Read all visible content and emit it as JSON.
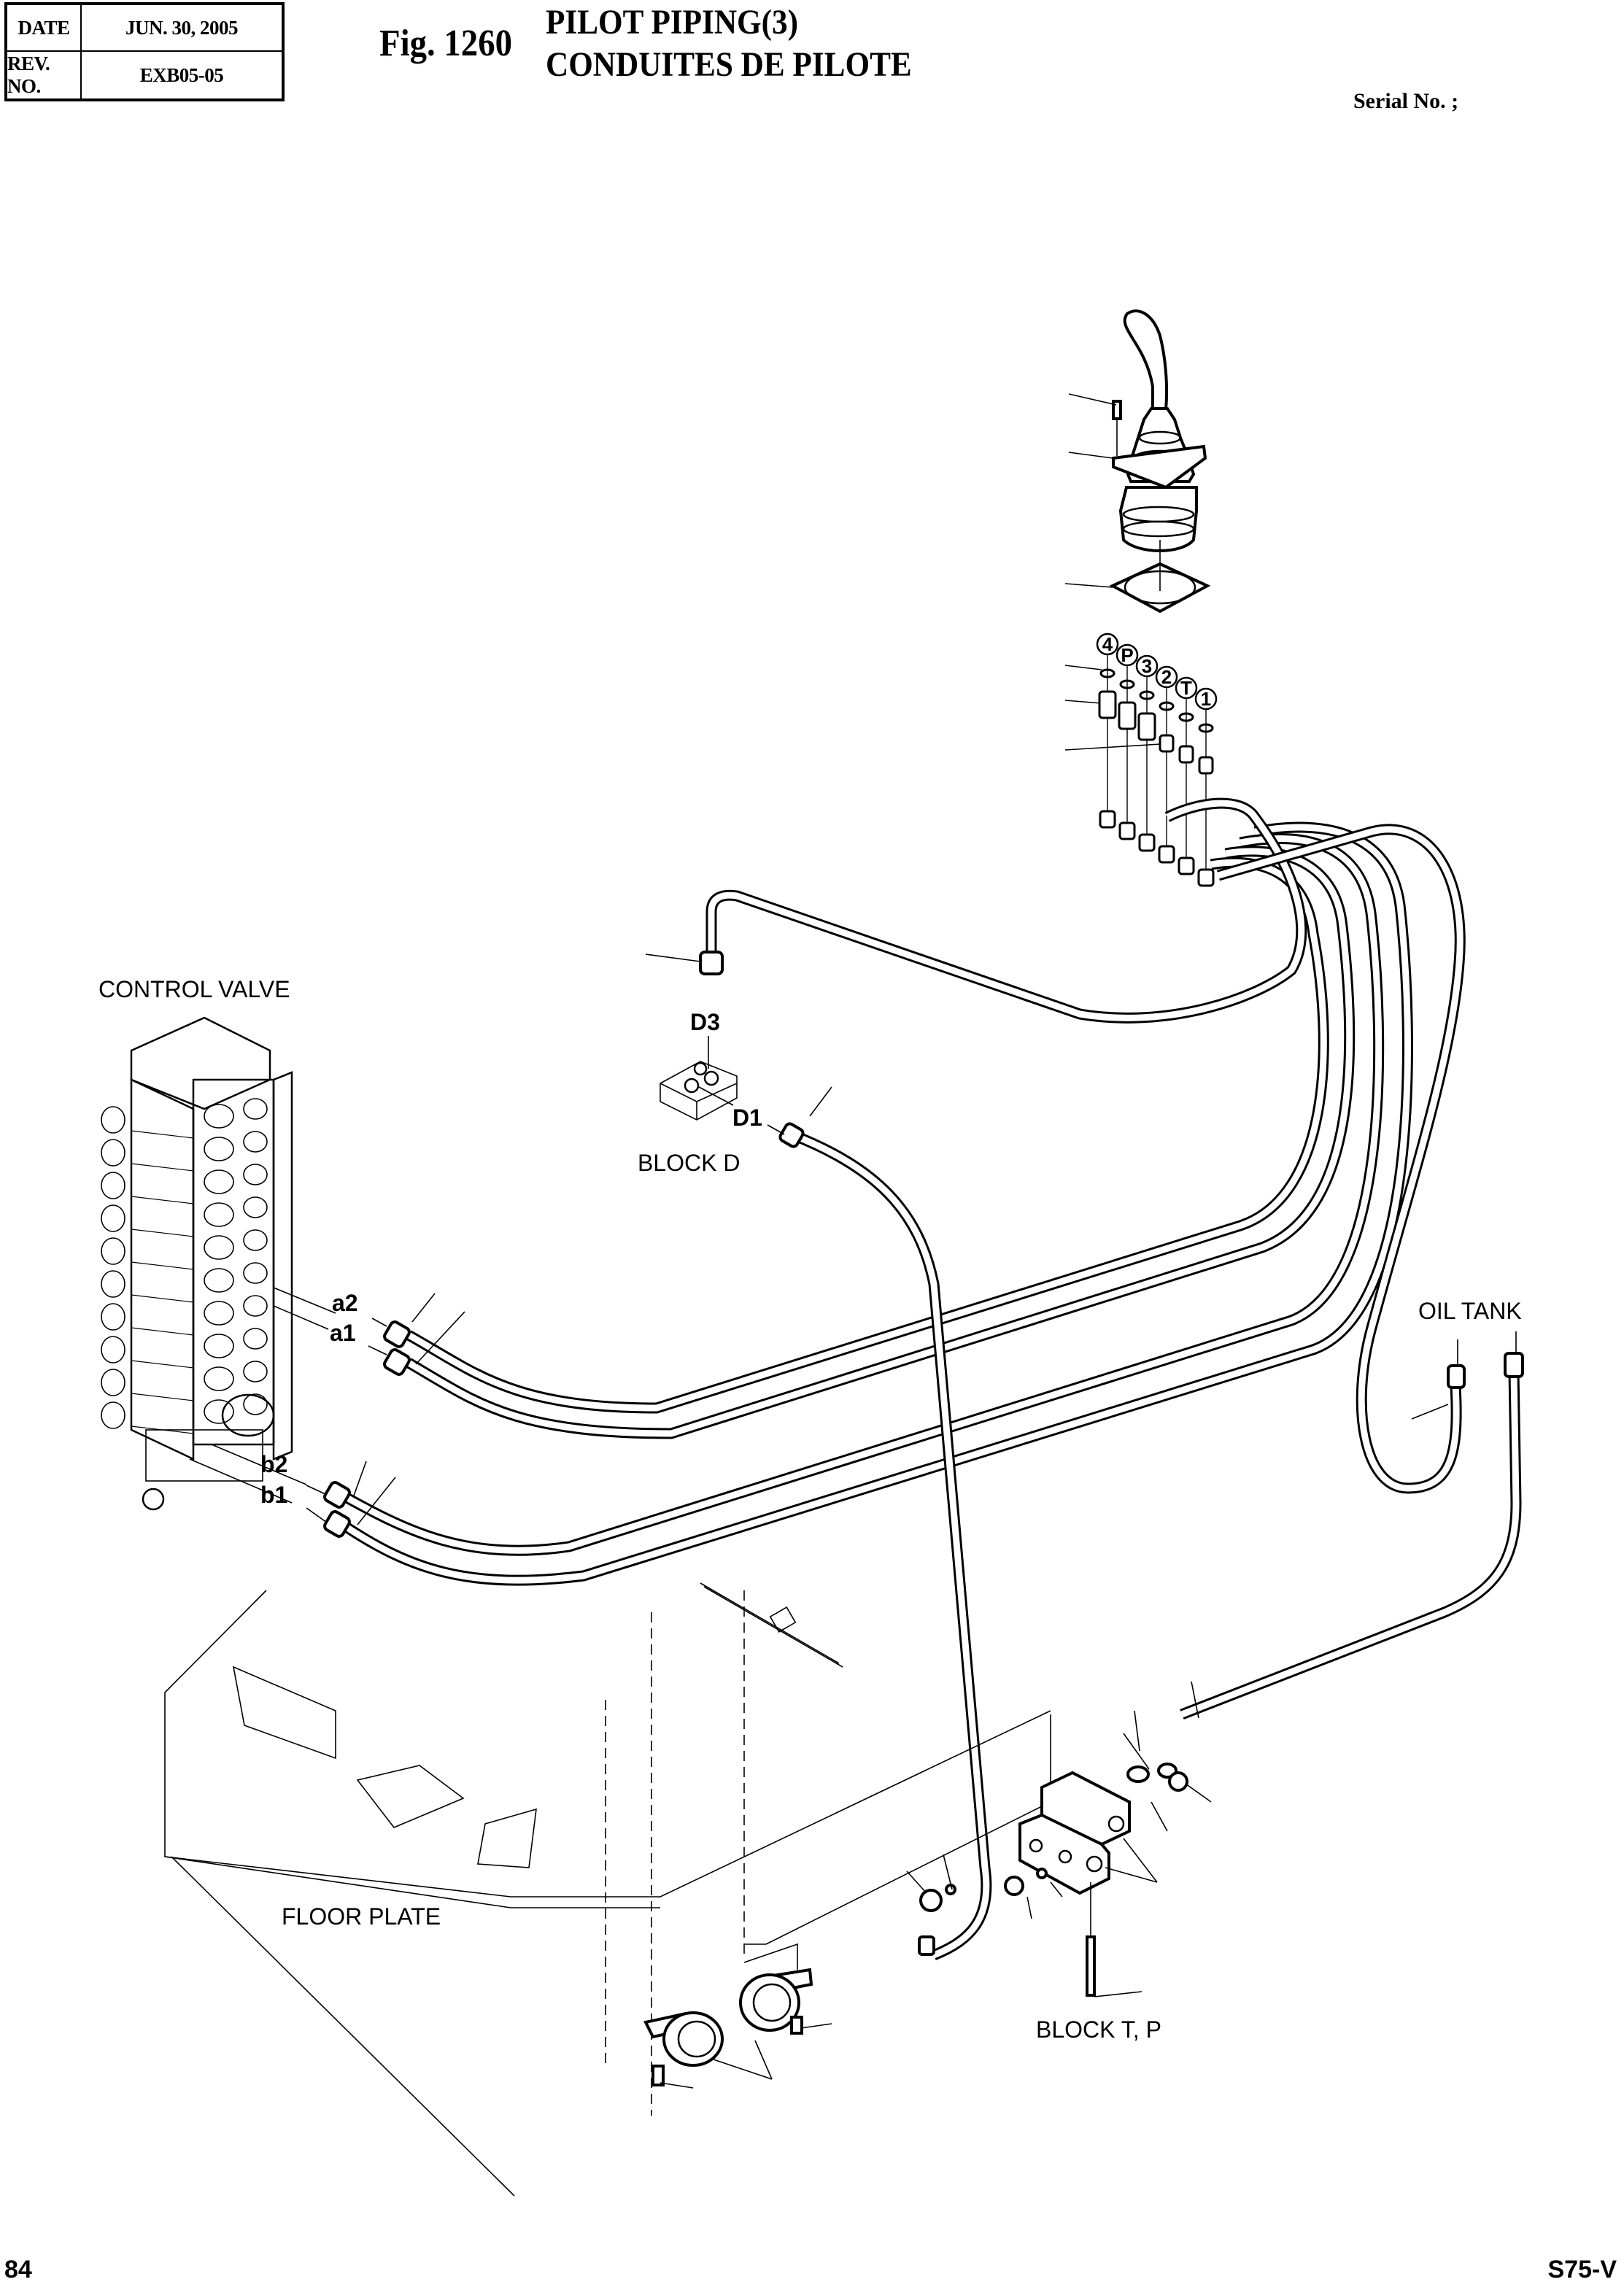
{
  "header": {
    "date_label": "DATE",
    "date_value": "JUN. 30, 2005",
    "rev_label": "REV. NO.",
    "rev_value": "EXB05-05",
    "figure_number": "Fig. 1260",
    "title_en": "PILOT PIPING(3)",
    "title_fr": "CONDUITES DE PILOTE",
    "serial_label": "Serial No. ;"
  },
  "labels": {
    "control_valve": "CONTROL VALVE",
    "block_d": "BLOCK D",
    "d3": "D3",
    "d1": "D1",
    "a2": "a2",
    "a1": "a1",
    "b2": "b2",
    "b1": "b1",
    "oil_tank": "OIL TANK",
    "floor_plate": "FLOOR PLATE",
    "block_tp": "BLOCK T, P"
  },
  "joystick_ports": [
    "4",
    "P",
    "3",
    "2",
    "T",
    "1"
  ],
  "footer": {
    "page_number": "84",
    "model": "S75-V"
  }
}
